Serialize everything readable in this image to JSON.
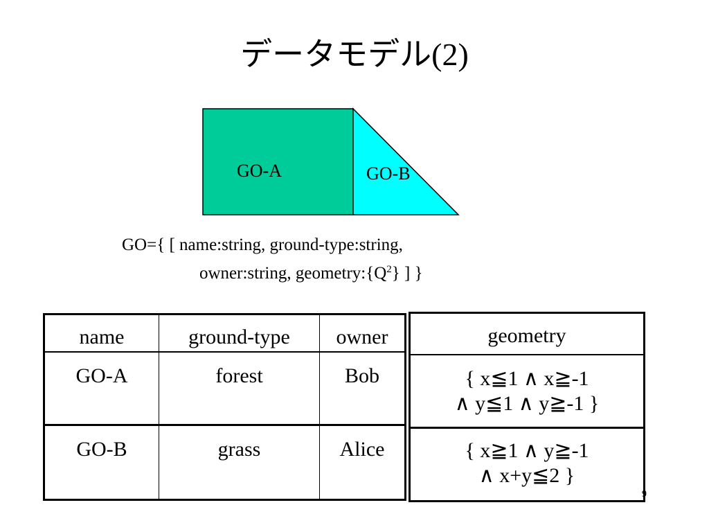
{
  "slide": {
    "title_main": "データモデル",
    "title_num": "(2)",
    "page_number": "9"
  },
  "diagram": {
    "go_a_label": "GO-A",
    "go_b_label": "GO-B",
    "go_a_color": "#00cc99",
    "go_b_color": "#00ffff"
  },
  "definition": {
    "line1": "GO={ [  name:string, ground-type:string,",
    "line2_pre": "owner:string, geometry:{Q",
    "line2_sup": "2",
    "line2_post": "}   ] }"
  },
  "table": {
    "headers": [
      "name",
      "ground-type",
      "owner",
      "geometry"
    ],
    "rows": [
      {
        "name": "GO-A",
        "ground_type": "forest",
        "owner": "Bob",
        "geometry_l1": "{   x≦1 ∧ x≧-1",
        "geometry_l2": "∧ y≦1 ∧ y≧-1   }"
      },
      {
        "name": "GO-B",
        "ground_type": "grass",
        "owner": "Alice",
        "geometry_l1": "{   x≧1 ∧ y≧-1",
        "geometry_l2": "∧ x+y≦2   }"
      }
    ]
  }
}
